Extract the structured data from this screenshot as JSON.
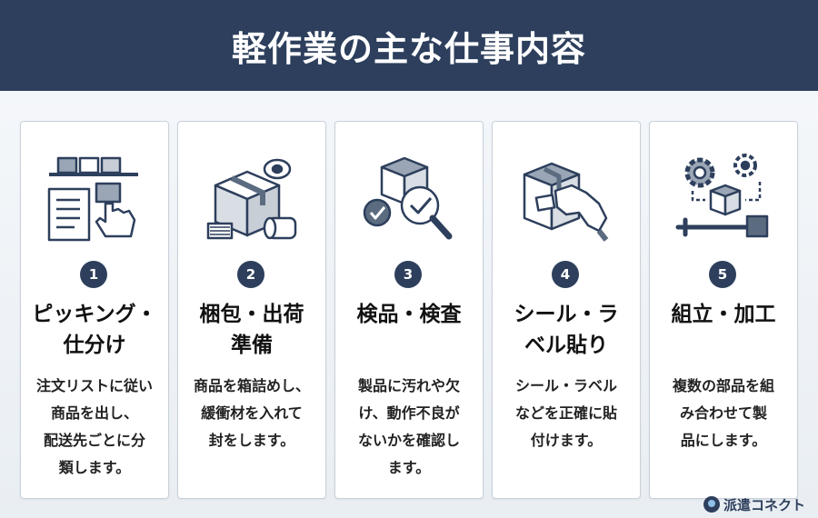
{
  "header": {
    "title": "軽作業の主な仕事内容"
  },
  "cards": [
    {
      "number": "1",
      "title": "ピッキング・\n仕分け",
      "description": "注文リストに従い\n商品を出し、\n配送先ごとに分\n類します。",
      "icon": "picking-icon"
    },
    {
      "number": "2",
      "title": "梱包・出荷\n準備",
      "description": "商品を箱詰めし、\n緩衝材を入れて\n封をします。",
      "icon": "packing-icon"
    },
    {
      "number": "3",
      "title": "検品・検査",
      "description": "製品に汚れや欠\nけ、動作不良が\nないかを確認し\nます。",
      "icon": "inspection-icon"
    },
    {
      "number": "4",
      "title": "シール・ラ\nベル貼り",
      "description": "シール・ラベル\nなどを正確に貼\n付けます。",
      "icon": "labeling-icon"
    },
    {
      "number": "5",
      "title": "組立・加工",
      "description": "複数の部品を組\nみ合わせて製\n品にします。",
      "icon": "assembly-icon"
    }
  ],
  "logo": {
    "text": "派遣コネクト"
  },
  "colors": {
    "header_bg": "#2d3f5c",
    "card_bg": "#ffffff",
    "accent": "#2d3f5c"
  }
}
